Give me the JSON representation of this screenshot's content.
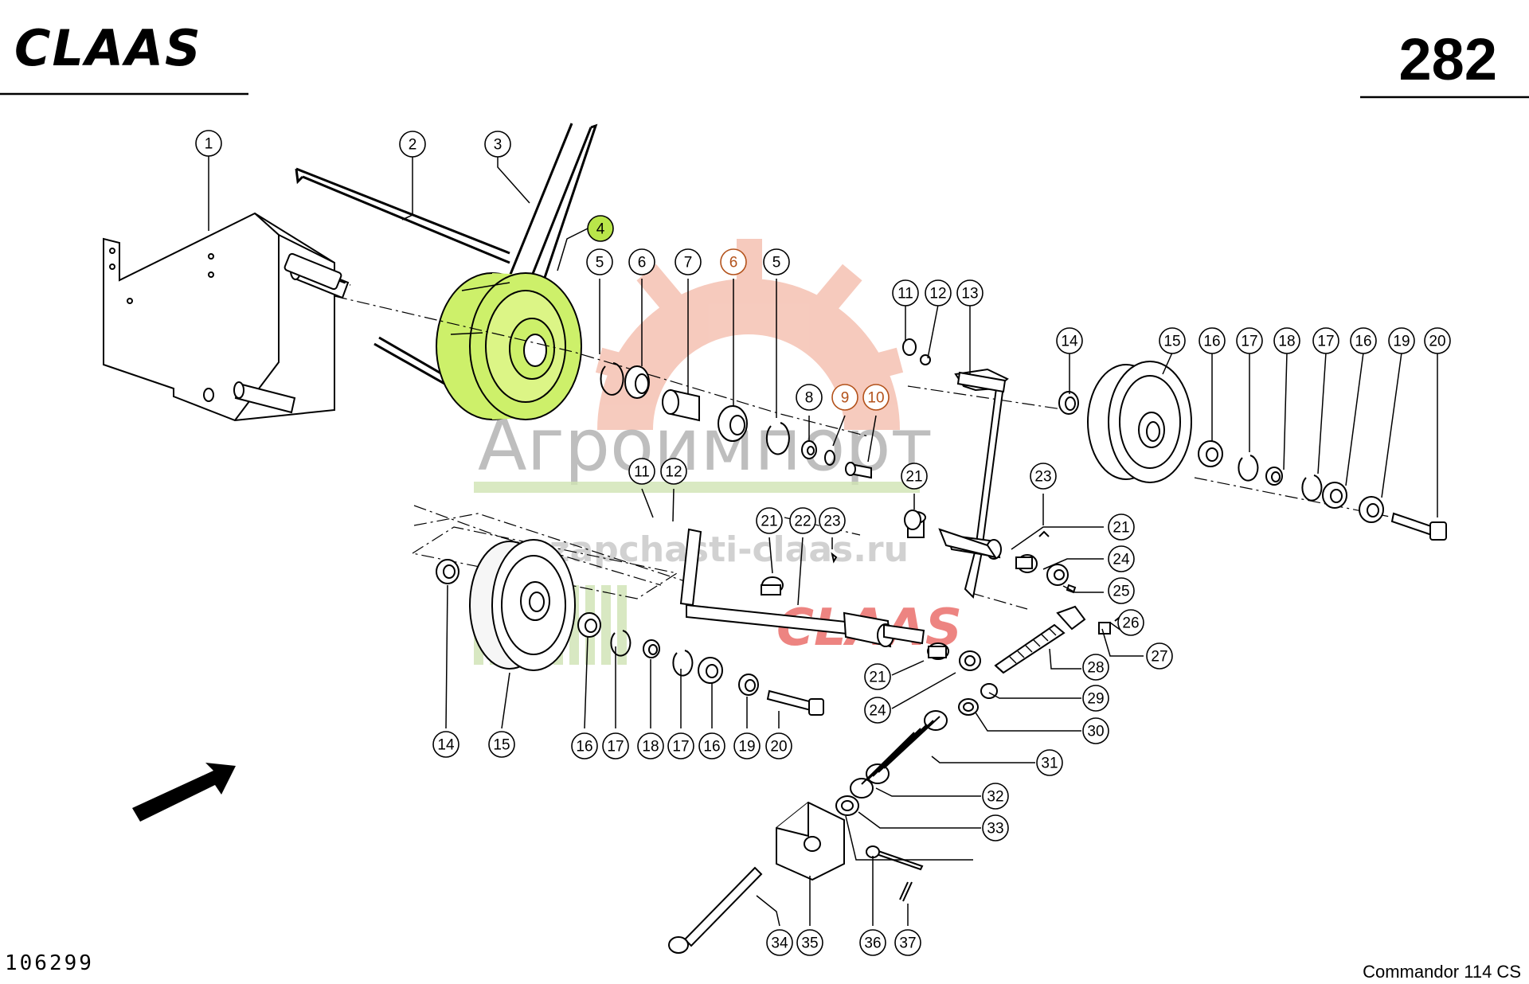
{
  "header": {
    "brand_logo": "CLAAS",
    "page_number": "282"
  },
  "footer": {
    "document_number": "106299",
    "model": "Commandor 114 CS"
  },
  "watermark": {
    "company": "Агроимпорт",
    "url": "zapchasti-claas.ru",
    "logo": "CLAAS"
  },
  "colors": {
    "highlight_fill": "#cdf06a",
    "highlight_callout": "#b9e64a",
    "orange_callout": "#b3521b",
    "watermark_red": "#e0201b"
  },
  "callouts": [
    {
      "id": "c1",
      "label": "1"
    },
    {
      "id": "c2",
      "label": "2"
    },
    {
      "id": "c3",
      "label": "3"
    },
    {
      "id": "c4",
      "label": "4",
      "highlight": true
    },
    {
      "id": "c5a",
      "label": "5"
    },
    {
      "id": "c6a",
      "label": "6"
    },
    {
      "id": "c7",
      "label": "7"
    },
    {
      "id": "c6b",
      "label": "6",
      "orange": true
    },
    {
      "id": "c5b",
      "label": "5"
    },
    {
      "id": "c8",
      "label": "8"
    },
    {
      "id": "c9",
      "label": "9",
      "orange": true
    },
    {
      "id": "c10",
      "label": "10",
      "orange": true
    },
    {
      "id": "c11a",
      "label": "11"
    },
    {
      "id": "c12a",
      "label": "12"
    },
    {
      "id": "c13",
      "label": "13"
    },
    {
      "id": "c14a",
      "label": "14"
    },
    {
      "id": "c15a",
      "label": "15"
    },
    {
      "id": "c16a",
      "label": "16"
    },
    {
      "id": "c17a",
      "label": "17"
    },
    {
      "id": "c18a",
      "label": "18"
    },
    {
      "id": "c17b",
      "label": "17"
    },
    {
      "id": "c16b",
      "label": "16"
    },
    {
      "id": "c19a",
      "label": "19"
    },
    {
      "id": "c20a",
      "label": "20"
    },
    {
      "id": "c11b",
      "label": "11"
    },
    {
      "id": "c12b",
      "label": "12"
    },
    {
      "id": "c21a",
      "label": "21"
    },
    {
      "id": "c22",
      "label": "22"
    },
    {
      "id": "c23a",
      "label": "23"
    },
    {
      "id": "c21b",
      "label": "21"
    },
    {
      "id": "c23b",
      "label": "23"
    },
    {
      "id": "c21c",
      "label": "21"
    },
    {
      "id": "c24a",
      "label": "24"
    },
    {
      "id": "c25",
      "label": "25"
    },
    {
      "id": "c26",
      "label": "26"
    },
    {
      "id": "c27",
      "label": "27"
    },
    {
      "id": "c28",
      "label": "28"
    },
    {
      "id": "c29",
      "label": "29"
    },
    {
      "id": "c30",
      "label": "30"
    },
    {
      "id": "c31",
      "label": "31"
    },
    {
      "id": "c32",
      "label": "32"
    },
    {
      "id": "c33",
      "label": "33"
    },
    {
      "id": "c21d",
      "label": "21"
    },
    {
      "id": "c24b",
      "label": "24"
    },
    {
      "id": "c14b",
      "label": "14"
    },
    {
      "id": "c15b",
      "label": "15"
    },
    {
      "id": "c16c",
      "label": "16"
    },
    {
      "id": "c17c",
      "label": "17"
    },
    {
      "id": "c18b",
      "label": "18"
    },
    {
      "id": "c17d",
      "label": "17"
    },
    {
      "id": "c16d",
      "label": "16"
    },
    {
      "id": "c19b",
      "label": "19"
    },
    {
      "id": "c20b",
      "label": "20"
    },
    {
      "id": "c34",
      "label": "34"
    },
    {
      "id": "c35",
      "label": "35"
    },
    {
      "id": "c36",
      "label": "36"
    },
    {
      "id": "c37",
      "label": "37"
    }
  ]
}
